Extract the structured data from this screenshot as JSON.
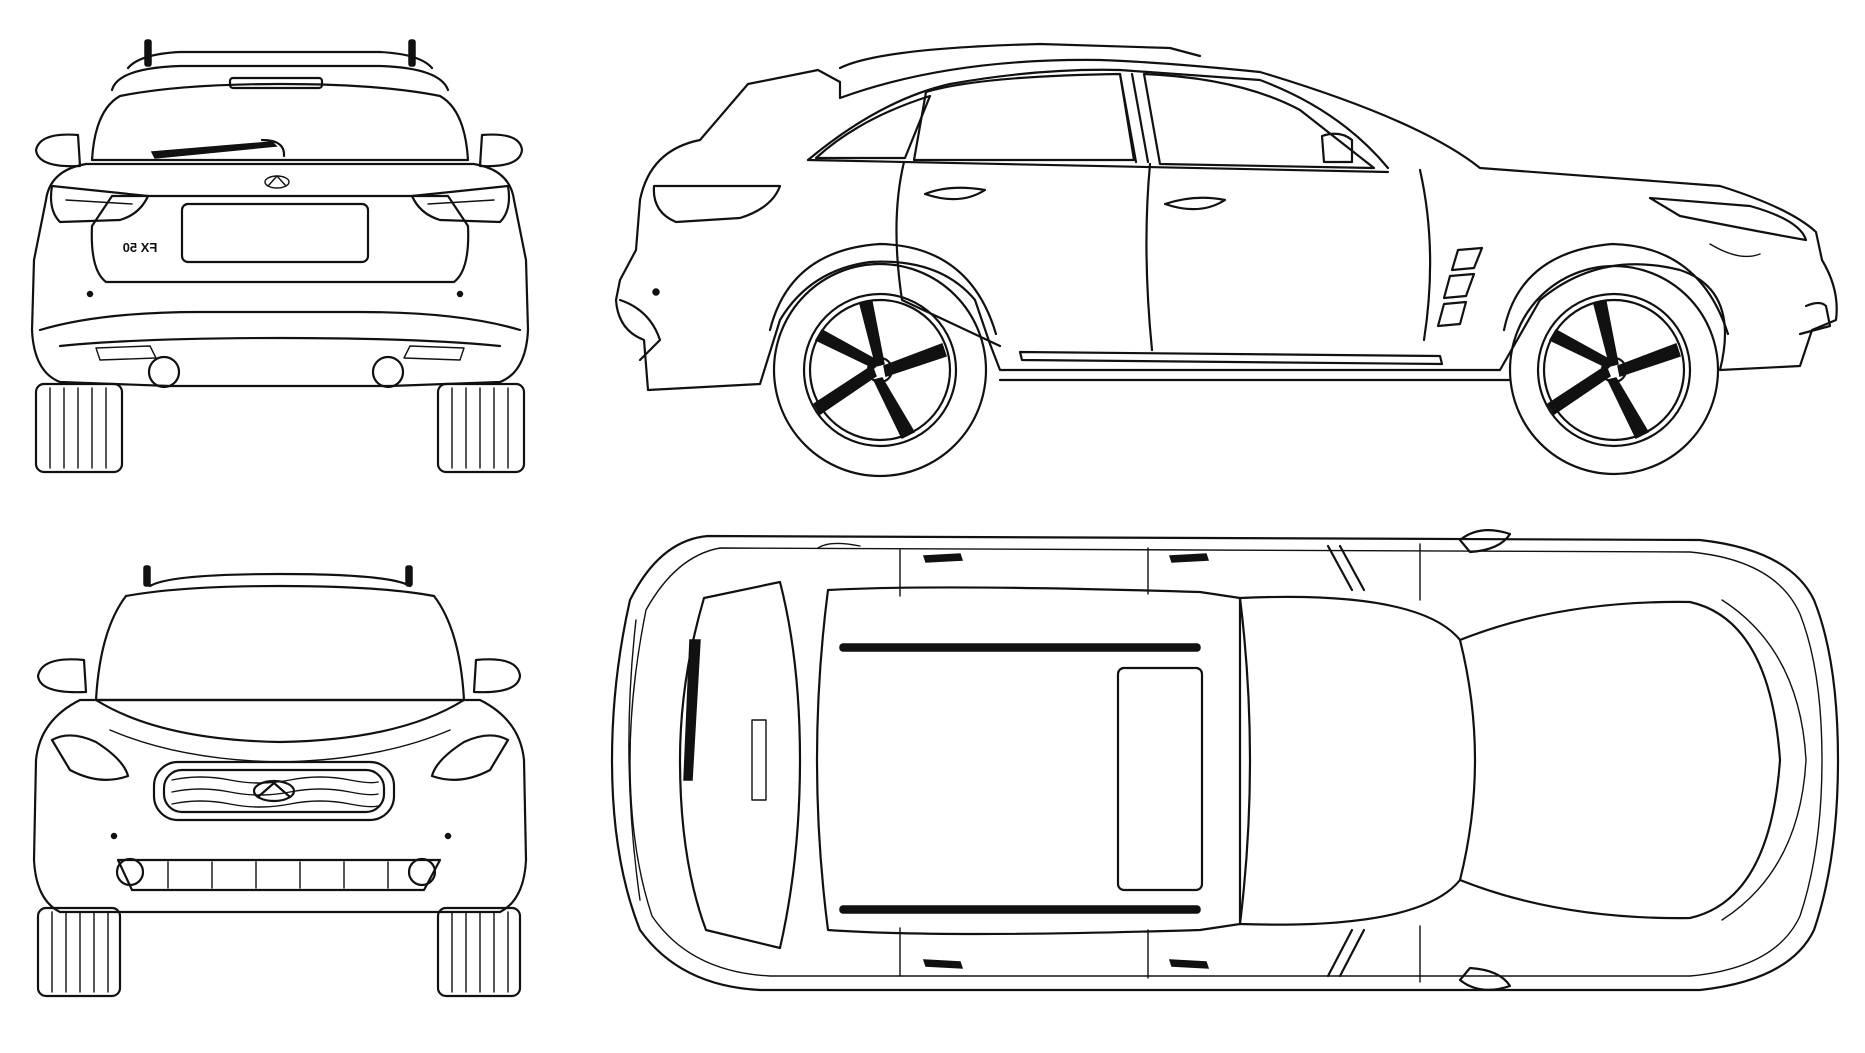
{
  "sheet": {
    "background": "#ffffff",
    "line_color": "#111111",
    "views": [
      "rear",
      "side",
      "front",
      "top"
    ]
  },
  "rear_view": {
    "badge_text": "FX 50",
    "badge_mirrored": true,
    "logo": "infiniti-logo-icon"
  },
  "front_view": {
    "logo": "infiniti-logo-icon"
  },
  "side_view": {},
  "top_view": {}
}
